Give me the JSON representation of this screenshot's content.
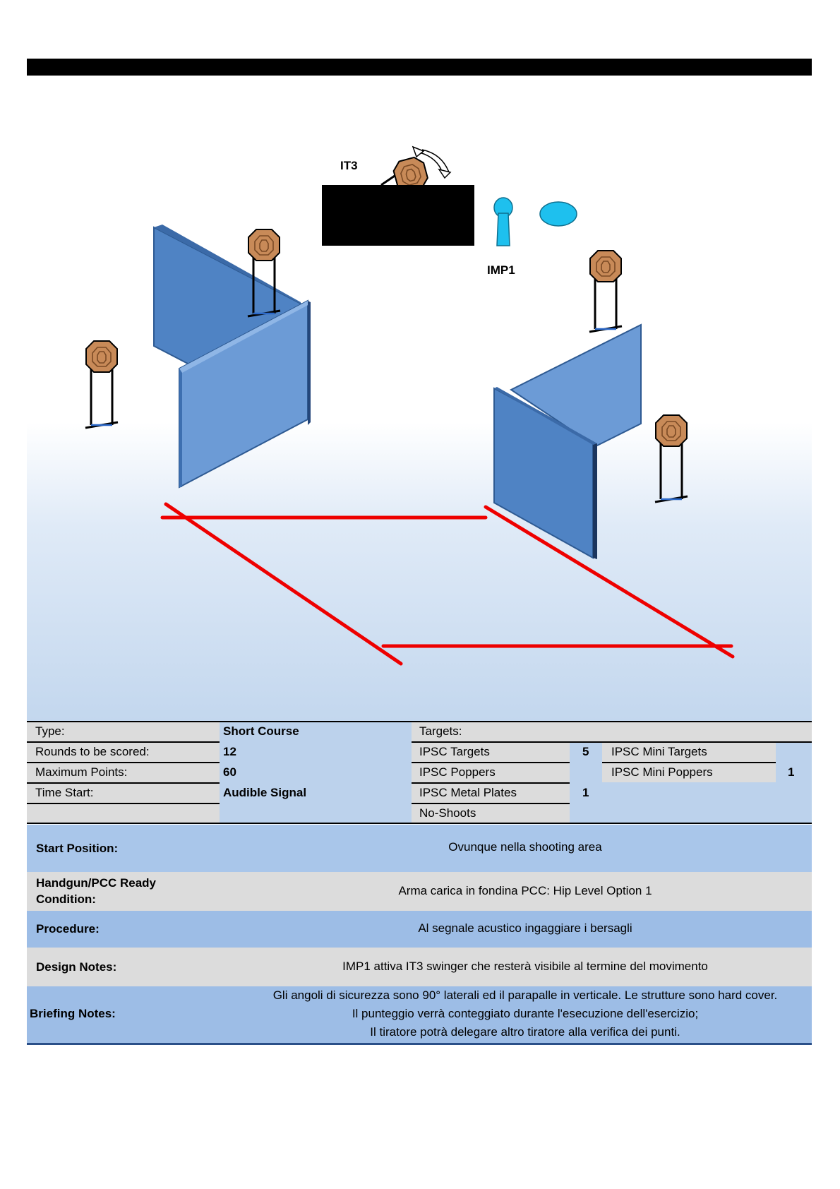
{
  "stage": {
    "labels": {
      "swinger": "IT3",
      "activator": "IMP1"
    }
  },
  "info": {
    "type_label": "Type:",
    "type_value": "Short Course",
    "rounds_label": "Rounds to be scored:",
    "rounds_value": "12",
    "points_label": "Maximum Points:",
    "points_value": "60",
    "time_label": "Time Start:",
    "time_value": "Audible Signal",
    "targets_label": "Targets:",
    "ipsc_targets_label": "IPSC Targets",
    "ipsc_targets_value": "5",
    "ipsc_poppers_label": "IPSC Poppers",
    "ipsc_poppers_value": "",
    "metal_plates_label": "IPSC Metal Plates",
    "metal_plates_value": "1",
    "no_shoots_label": "No-Shoots",
    "mini_targets_label": "IPSC Mini Targets",
    "mini_targets_value": "",
    "mini_poppers_label": "IPSC Mini Poppers",
    "mini_poppers_value": "1"
  },
  "notes": {
    "start_label": "Start Position:",
    "start_text": "Ovunque nella shooting area",
    "ready_label_1": "Handgun/PCC Ready",
    "ready_label_2": "Condition:",
    "ready_text": "Arma carica in fondina PCC: Hip Level Option 1",
    "procedure_label": "Procedure:",
    "procedure_text": "Al segnale acustico ingaggiare i bersagli",
    "design_label": "Design Notes:",
    "design_text": "IMP1 attiva IT3 swinger che resterà visibile al termine del movimento",
    "briefing_label": "Briefing Notes:",
    "briefing_lines": [
      "Gli angoli di sicurezza sono 90° laterali ed il parapalle in verticale. Le strutture sono hard cover.",
      "Il punteggio verrà conteggiato durante l'esecuzione dell'esercizio;",
      "Il tiratore potrà delegare altro tiratore alla verifica dei punti."
    ]
  },
  "colors": {
    "wall_light": "#6c9bd6",
    "wall_dark": "#4f83c4",
    "fault_line": "#ee0000",
    "target": "#c88a58",
    "popper": "#1ec0ee",
    "header_bar": "#000000",
    "note_blue": "#9dbde6",
    "note_grey": "#dcdcdc"
  }
}
